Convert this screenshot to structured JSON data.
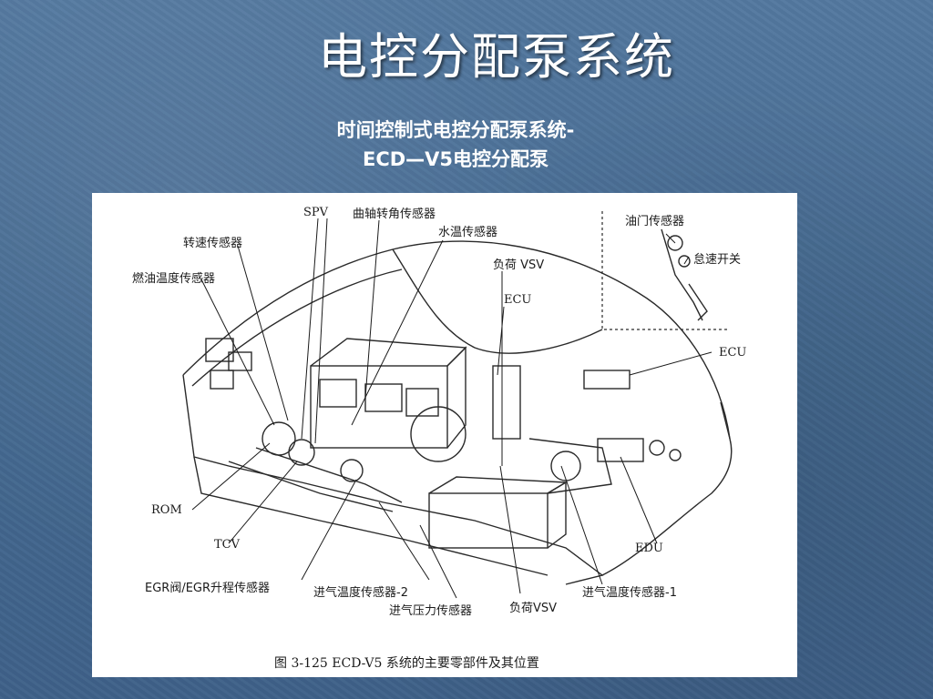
{
  "title": "电控分配泵系统",
  "subtitle_line1": "时间控制式电控分配泵系统-",
  "subtitle_line2": "ECD—V5电控分配泵",
  "figure": {
    "caption": "图 3-125   ECD-V5 系统的主要零部件及其位置",
    "labels": {
      "spv": "SPV",
      "crank_sensor": "曲轴转角传感器",
      "speed_sensor": "转速传感器",
      "water_temp_sensor": "水温传感器",
      "fuel_temp_sensor": "燃油温度传感器",
      "load_vsv_top": "负荷 VSV",
      "ecu_top": "ECU",
      "throttle_sensor": "油门传感器",
      "idle_switch": "怠速开关",
      "ecu_right": "ECU",
      "rom": "ROM",
      "tcv": "TCV",
      "egr": "EGR阀/EGR升程传感器",
      "intake_temp_2": "进气温度传感器-2",
      "intake_pressure": "进气压力传感器",
      "load_vsv_bottom": "负荷VSV",
      "intake_temp_1": "进气温度传感器-1",
      "edu": "EDU"
    }
  }
}
